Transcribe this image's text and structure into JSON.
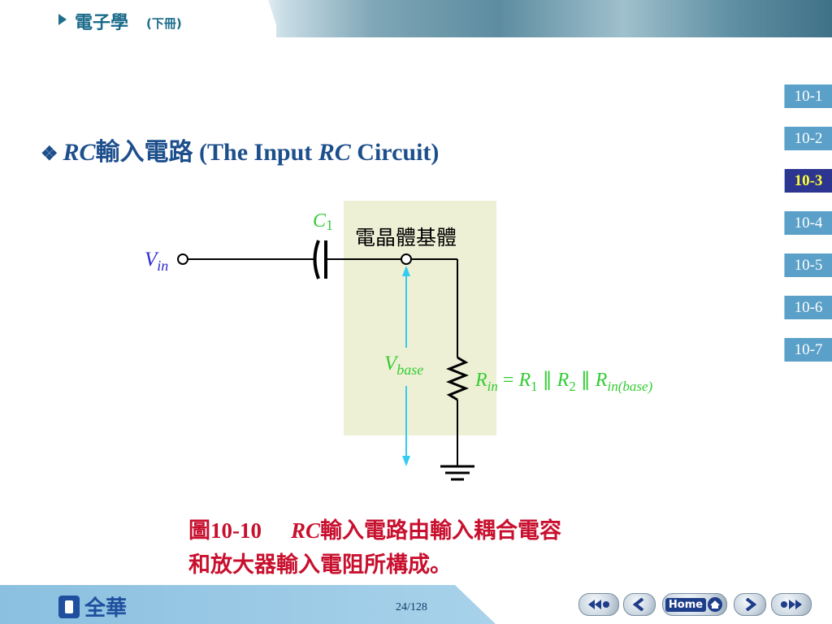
{
  "header": {
    "book_title": "電子學",
    "book_subtitle": "(下冊)"
  },
  "nav": {
    "items": [
      "10-1",
      "10-2",
      "10-3",
      "10-4",
      "10-5",
      "10-6",
      "10-7"
    ],
    "active": "10-3"
  },
  "title": {
    "bullet": "❖",
    "rc": "RC",
    "text_zh": "輸入電路",
    "text_en_1": " (The Input ",
    "rc2": "RC",
    "text_en_2": " Circuit)"
  },
  "circuit": {
    "c_label": "C",
    "c_sub": "1",
    "box_label": "電晶體基體",
    "vin_label": "V",
    "vin_sub": "in",
    "vbase_label": "V",
    "vbase_sub": "base",
    "rin_R": "R",
    "rin_sub": "in",
    "rin_eq": " = ",
    "r1_R": "R",
    "r1_sub": "1",
    "par1": " ∥ ",
    "r2_R": "R",
    "r2_sub": "2",
    "par2": " ∥ ",
    "r3_R": "R",
    "r3_sub": "in(base)",
    "colors": {
      "box": "#eef0d6",
      "component_label": "#33cc33",
      "vin": "#2a2ad0",
      "arrow": "#33ccee"
    }
  },
  "caption": {
    "fig": "圖",
    "num": "10-10",
    "rc": "RC",
    "line1_rest": "輸入電路由輸入耦合電容",
    "line2": "和放大器輸入電阻所構成。"
  },
  "footer": {
    "logo_text": "全華",
    "page": "24/128",
    "home_label": "Home"
  }
}
